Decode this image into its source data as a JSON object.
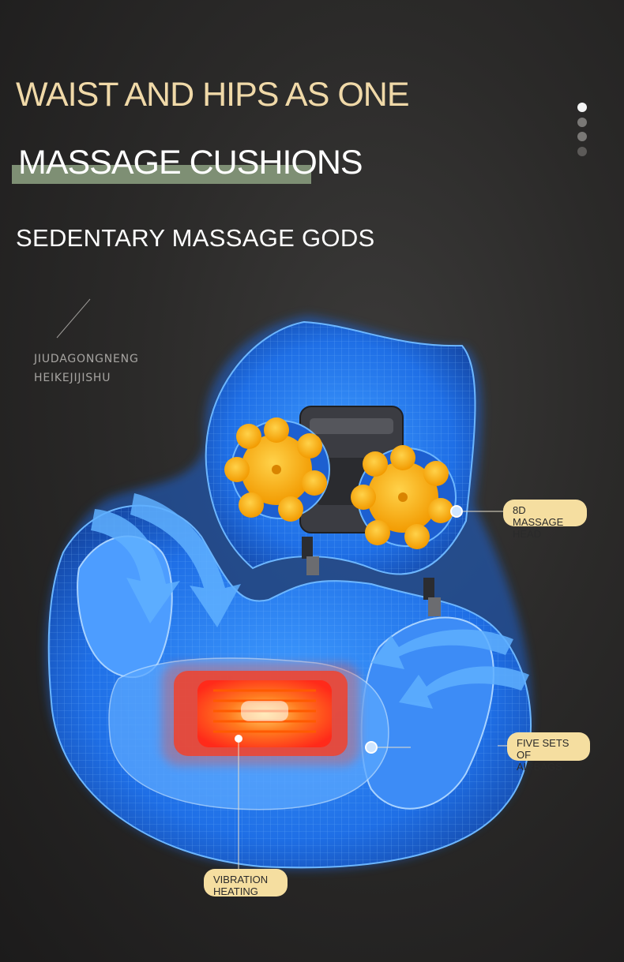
{
  "header": {
    "headline": "WAIST AND HIPS AS ONE",
    "subtitle": "MASSAGE CUSHIONS",
    "tagline": "SEDENTARY MASSAGE GODS"
  },
  "decoration": {
    "line1": "JIUDAGONGNENG",
    "line2": "HEIKEJIJISHU"
  },
  "pager": {
    "active_index": 0,
    "count": 4
  },
  "callouts": {
    "massage_head": {
      "line1": "8D MASSAGE",
      "line2": "HEAD"
    },
    "airbags": {
      "line1": "FIVE SETS OF",
      "line2": "AIRBAGS"
    },
    "heating": {
      "line1": "VIBRATION",
      "line2": "HEATING"
    }
  },
  "colors": {
    "headline": "#f0d9a8",
    "subtitle_band": "#7e8f74",
    "callout_bg": "#f5dea0",
    "cushion_blue": "#2f86ff",
    "massage_head": "#f6a700",
    "heating_pad": "#ff3a1a"
  }
}
